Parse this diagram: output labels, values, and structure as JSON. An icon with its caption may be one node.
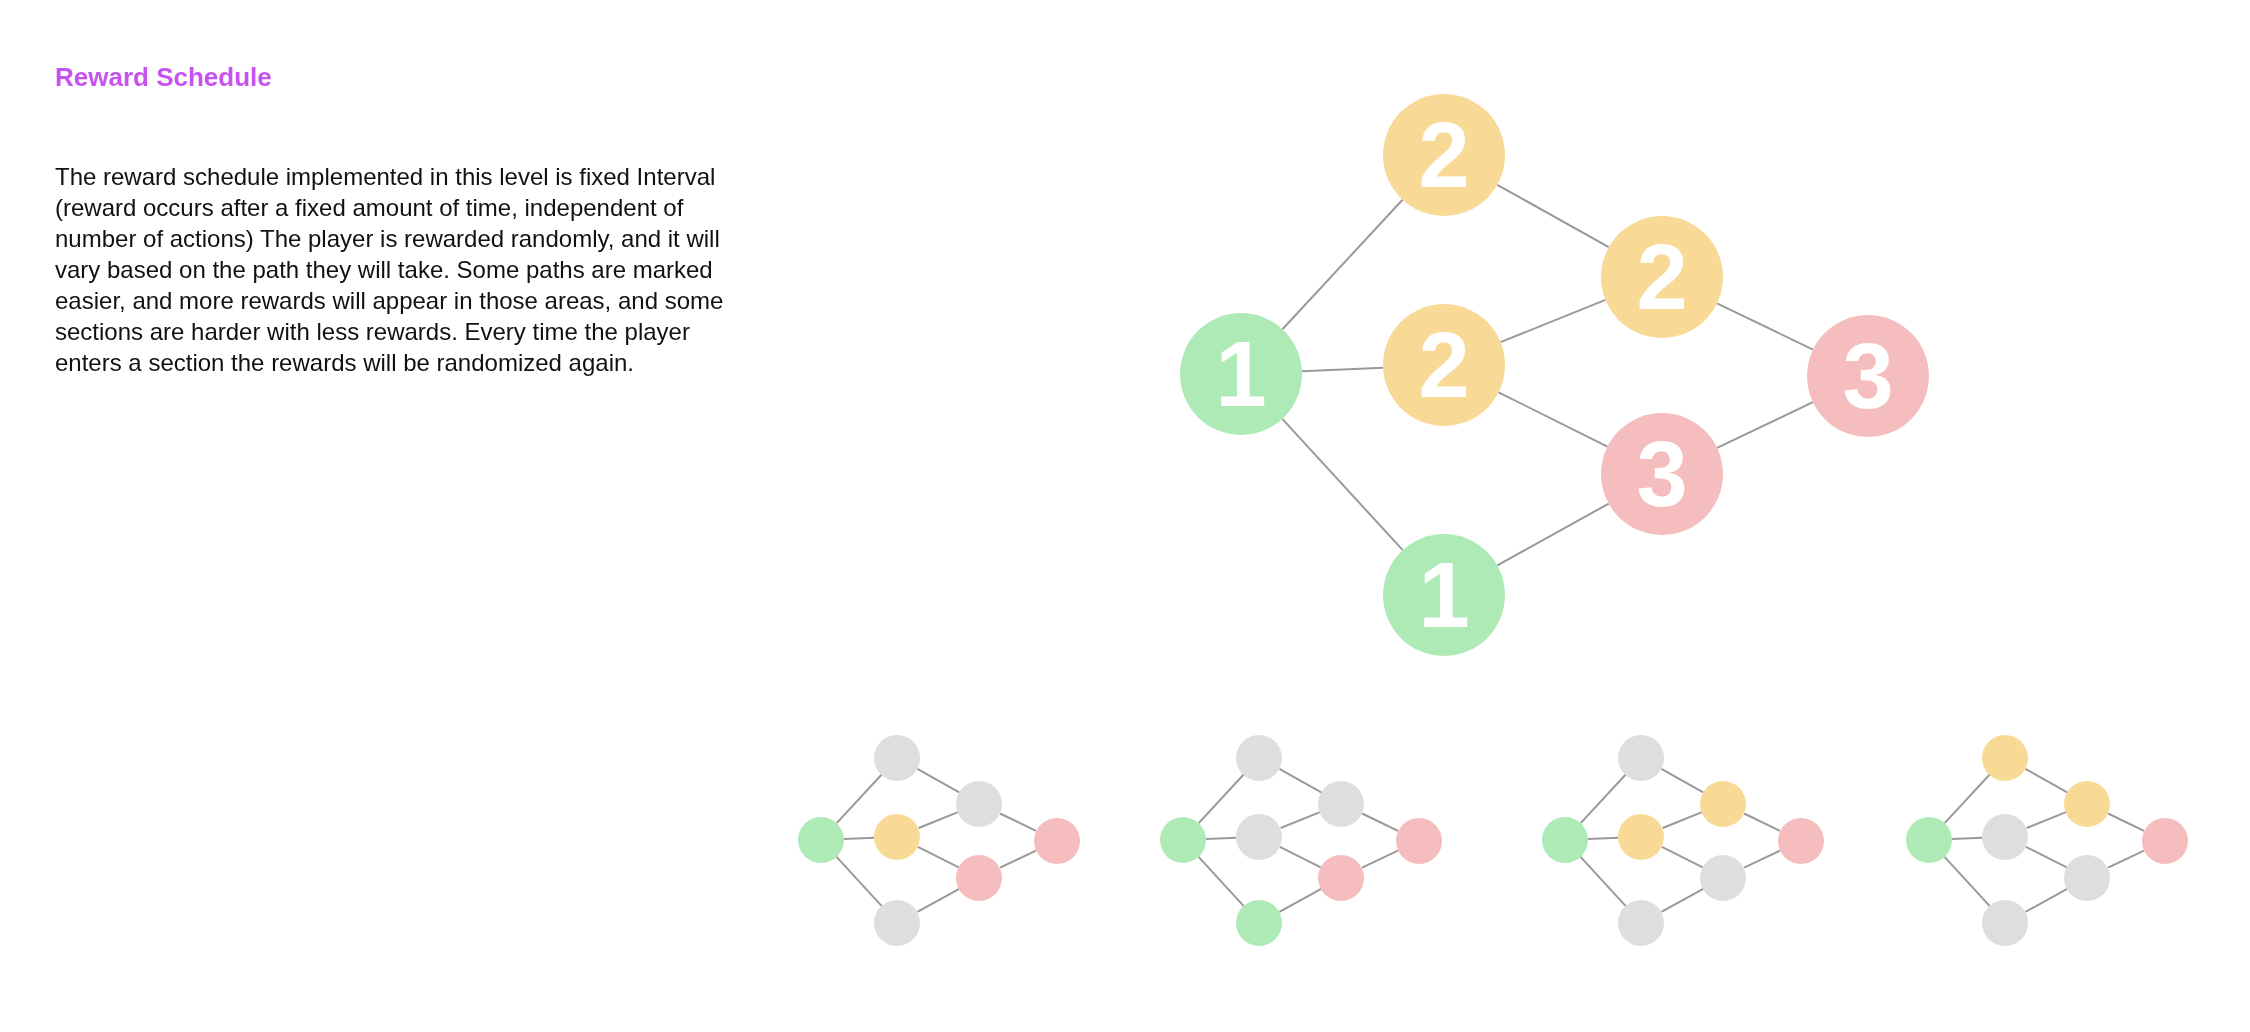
{
  "diagram": {
    "title": "Reward Schedule",
    "nodes": [
      {
        "text": [
          "1"
        ]
      },
      {
        "text": [
          "2"
        ]
      },
      {
        "text": [
          "2"
        ]
      },
      {
        "text": [
          "1"
        ]
      },
      {
        "text": [
          "2"
        ]
      },
      {
        "text": [
          "3"
        ]
      },
      {
        "text": [
          "3"
        ]
      },
      {
        "text": [],
        "shape": "circle"
      },
      {
        "text": [],
        "shape": "circle"
      },
      {
        "text": [],
        "shape": "circle"
      },
      {
        "text": [],
        "shape": "circle"
      },
      {
        "text": [],
        "shape": "circle"
      },
      {
        "text": [],
        "shape": "circle"
      },
      {
        "text": [],
        "shape": "circle"
      },
      {
        "text": [],
        "shape": "circle"
      },
      {
        "text": [],
        "shape": "circle"
      },
      {
        "text": [],
        "shape": "circle"
      },
      {
        "text": [],
        "shape": "circle"
      },
      {
        "text": [],
        "shape": "circle"
      },
      {
        "text": [],
        "shape": "circle"
      },
      {
        "text": [],
        "shape": "circle"
      },
      {
        "text": [],
        "shape": "circle"
      },
      {
        "text": [],
        "shape": "circle"
      },
      {
        "text": [],
        "shape": "circle"
      },
      {
        "text": [],
        "shape": "circle"
      },
      {
        "text": [],
        "shape": "circle"
      },
      {
        "text": [],
        "shape": "circle"
      },
      {
        "text": [],
        "shape": "circle"
      },
      {
        "text": [],
        "shape": "circle"
      },
      {
        "text": [],
        "shape": "circle"
      },
      {
        "text": [],
        "shape": "circle"
      },
      {
        "text": [],
        "shape": "circle"
      },
      {
        "text": [],
        "shape": "circle"
      },
      {
        "text": [],
        "shape": "circle"
      },
      {
        "text": [],
        "shape": "circle"
      }
    ],
    "edges": [
      {
        "from": 0,
        "to": 1,
        "arrow": "none"
      },
      {
        "from": 0,
        "to": 2,
        "arrow": "none"
      },
      {
        "from": 0,
        "to": 3,
        "arrow": "none"
      },
      {
        "from": 1,
        "to": 4,
        "arrow": "none"
      },
      {
        "from": 2,
        "to": 4,
        "arrow": "none"
      },
      {
        "from": 2,
        "to": 5,
        "arrow": "none"
      },
      {
        "from": 3,
        "to": 5,
        "arrow": "none"
      },
      {
        "from": 4,
        "to": 6,
        "arrow": "none"
      },
      {
        "from": 5,
        "to": 6,
        "arrow": "none"
      },
      {
        "from": 7,
        "to": 8,
        "arrow": "none"
      },
      {
        "from": 7,
        "to": 9,
        "arrow": "none"
      },
      {
        "from": 7,
        "to": 10,
        "arrow": "none"
      },
      {
        "from": 8,
        "to": 11,
        "arrow": "none"
      },
      {
        "from": 9,
        "to": 11,
        "arrow": "none"
      },
      {
        "from": 9,
        "to": 12,
        "arrow": "none"
      },
      {
        "from": 10,
        "to": 12,
        "arrow": "none"
      },
      {
        "from": 11,
        "to": 13,
        "arrow": "none"
      },
      {
        "from": 12,
        "to": 13,
        "arrow": "none"
      },
      {
        "from": 14,
        "to": 15,
        "arrow": "none"
      },
      {
        "from": 14,
        "to": 16,
        "arrow": "none"
      },
      {
        "from": 14,
        "to": 17,
        "arrow": "none"
      },
      {
        "from": 15,
        "to": 18,
        "arrow": "none"
      },
      {
        "from": 16,
        "to": 18,
        "arrow": "none"
      },
      {
        "from": 16,
        "to": 19,
        "arrow": "none"
      },
      {
        "from": 17,
        "to": 19,
        "arrow": "none"
      },
      {
        "from": 18,
        "to": 20,
        "arrow": "none"
      },
      {
        "from": 19,
        "to": 20,
        "arrow": "none"
      },
      {
        "from": 21,
        "to": 22,
        "arrow": "none"
      },
      {
        "from": 21,
        "to": 23,
        "arrow": "none"
      },
      {
        "from": 21,
        "to": 24,
        "arrow": "none"
      },
      {
        "from": 22,
        "to": 25,
        "arrow": "none"
      },
      {
        "from": 23,
        "to": 25,
        "arrow": "none"
      },
      {
        "from": 23,
        "to": 26,
        "arrow": "none"
      },
      {
        "from": 24,
        "to": 26,
        "arrow": "none"
      },
      {
        "from": 25,
        "to": 27,
        "arrow": "none"
      },
      {
        "from": 26,
        "to": 27,
        "arrow": "none"
      },
      {
        "from": 28,
        "to": 29,
        "arrow": "none"
      },
      {
        "from": 28,
        "to": 30,
        "arrow": "none"
      },
      {
        "from": 28,
        "to": 31,
        "arrow": "none"
      },
      {
        "from": 29,
        "to": 32,
        "arrow": "none"
      },
      {
        "from": 30,
        "to": 32,
        "arrow": "none"
      },
      {
        "from": 30,
        "to": 33,
        "arrow": "none"
      },
      {
        "from": 31,
        "to": 33,
        "arrow": "none"
      },
      {
        "from": 32,
        "to": 34,
        "arrow": "none"
      },
      {
        "from": 33,
        "to": 34,
        "arrow": "none"
      }
    ],
    "labels": [
      "The reward schedule implemented in this level is fixed Interval (reward occurs after a fixed amount of time, independent of number of actions) The player is rewarded randomly, and it will vary based on the path they will take. Some paths are marked easier, and more rewards will appear in those areas, and some sections are harder with less rewards. Every time the player enters a section the rewards will be randomized again."
    ]
  }
}
